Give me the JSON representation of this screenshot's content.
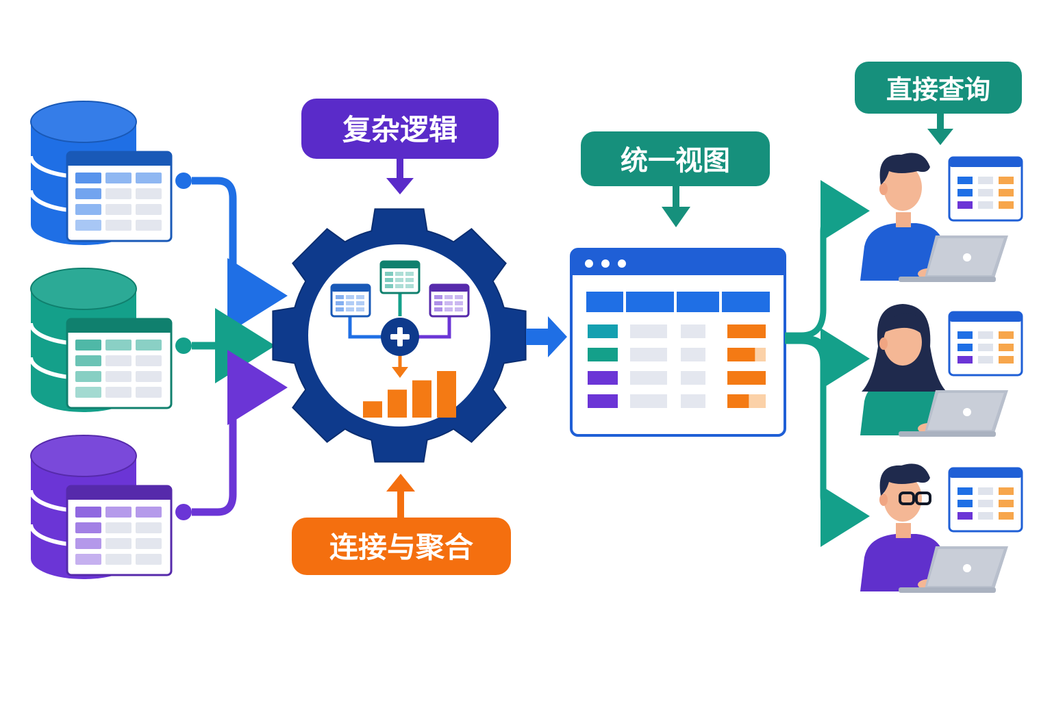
{
  "labels": {
    "complex_logic": "复杂逻辑",
    "join_aggregate": "连接与聚合",
    "unified_view": "统一视图",
    "direct_query": "直接查询"
  },
  "colors": {
    "blue": "#1f6fe5",
    "teal": "#14a08a",
    "purple": "#6b35d6",
    "orange": "#f47a14",
    "navy": "#0e3a8c",
    "label_purple": "#5a2bc9",
    "label_teal": "#16907c",
    "label_orange": "#f46f0f"
  },
  "sources": [
    {
      "name": "blue-database",
      "color": "#1f6fe5"
    },
    {
      "name": "teal-database",
      "color": "#14a08a"
    },
    {
      "name": "purple-database",
      "color": "#6b35d6"
    }
  ],
  "users": [
    {
      "name": "user-1",
      "shirt": "#1f5fd6"
    },
    {
      "name": "user-2",
      "shirt": "#149a85"
    },
    {
      "name": "user-3",
      "shirt": "#6030cc"
    }
  ],
  "chart_bars": [
    0.35,
    0.6,
    0.8,
    1.0
  ]
}
